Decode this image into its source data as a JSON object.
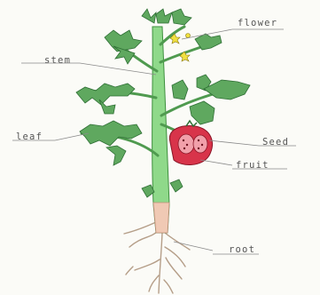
{
  "diagram": {
    "labels": {
      "flower": "flower",
      "stem": "stem",
      "leaf": "leaf",
      "seed": "Seed",
      "fruit": "fruit",
      "root": "root"
    },
    "colors": {
      "background": "#fbfbf7",
      "stem": "#8fd98a",
      "stem_outline": "#3e8f3e",
      "leaf": "#5fa85f",
      "leaf_dark": "#2f6f35",
      "fruit": "#d8344a",
      "fruit_dark": "#8a1526",
      "flower": "#f0e040",
      "root": "#c9b7a3",
      "root_base": "#f0c9b4",
      "pencil": "#8a8a8a"
    }
  }
}
